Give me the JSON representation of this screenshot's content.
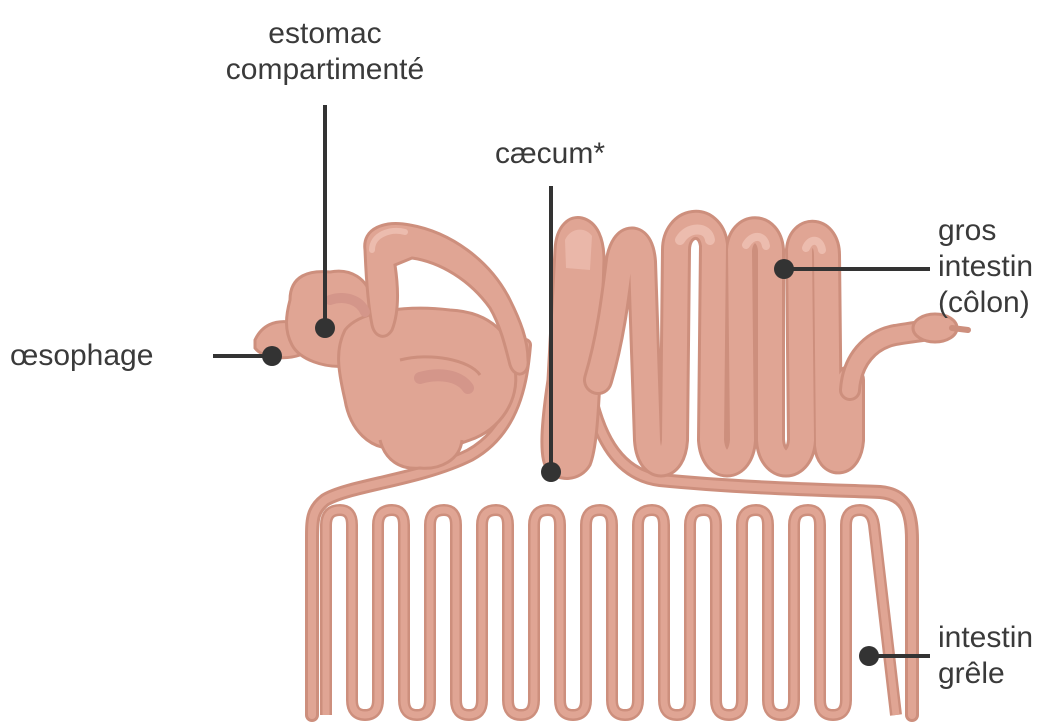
{
  "labels": {
    "stomach": {
      "line1": "estomac",
      "line2": "compartimenté"
    },
    "caecum": {
      "text": "cæcum*"
    },
    "oesophagus": {
      "text": "œsophage"
    },
    "large_intestine": {
      "line1": "gros",
      "line2": "intestin",
      "line3": "(côlon)"
    },
    "small_intestine": {
      "line1": "intestin",
      "line2": "grêle"
    }
  },
  "colors": {
    "organ_fill": "#e0a594",
    "organ_outline": "#cd8f7d",
    "organ_shadow": "#d4968a",
    "organ_highlight": "#ecbcae",
    "leader_line": "#333333",
    "text": "#3a3a3a"
  }
}
